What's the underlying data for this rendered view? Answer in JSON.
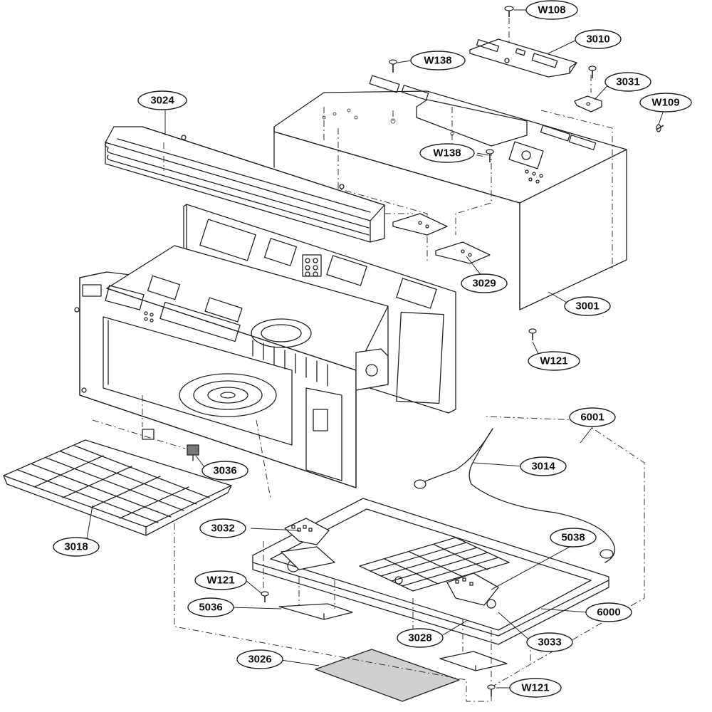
{
  "diagram": {
    "callouts": [
      {
        "id": "w108-top",
        "label": "W108"
      },
      {
        "id": "3010",
        "label": "3010"
      },
      {
        "id": "w138-top",
        "label": "W138"
      },
      {
        "id": "3031",
        "label": "3031"
      },
      {
        "id": "w109",
        "label": "W109"
      },
      {
        "id": "3024",
        "label": "3024"
      },
      {
        "id": "w138-mid",
        "label": "W138"
      },
      {
        "id": "3029",
        "label": "3029"
      },
      {
        "id": "3001",
        "label": "3001"
      },
      {
        "id": "w121-right",
        "label": "W121"
      },
      {
        "id": "6001",
        "label": "6001"
      },
      {
        "id": "3014",
        "label": "3014"
      },
      {
        "id": "3036",
        "label": "3036"
      },
      {
        "id": "3032",
        "label": "3032"
      },
      {
        "id": "5038",
        "label": "5038"
      },
      {
        "id": "3018",
        "label": "3018"
      },
      {
        "id": "w121-left",
        "label": "W121"
      },
      {
        "id": "5036",
        "label": "5036"
      },
      {
        "id": "6000",
        "label": "6000"
      },
      {
        "id": "3028",
        "label": "3028"
      },
      {
        "id": "3033",
        "label": "3033"
      },
      {
        "id": "3026",
        "label": "3026"
      },
      {
        "id": "w121-bottom",
        "label": "W121"
      }
    ]
  }
}
